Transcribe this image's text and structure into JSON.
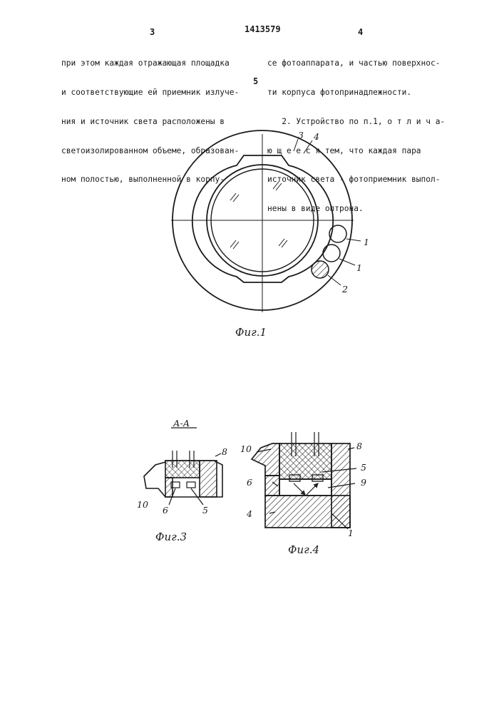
{
  "header": {
    "page_left": "3",
    "patent_number": "1413579",
    "page_right": "4"
  },
  "left_column": [
    "при этом каждая отражающая площадка",
    "и соответствующие ей приемник излуче-",
    "ния и источник света расположены в",
    "светоизолированном объеме, образован-",
    "ном полостью, выполненной в корпу-"
  ],
  "right_column": [
    "се фотоаппарата, и частью поверхнос-",
    "ти корпуса фотопринадлежности.",
    "   2. Устройство по п.1, о т л и ч а-",
    "ю щ е е с я тем, что каждая пара",
    "источник света - фотоприемник выпол-",
    "нены в виде оптрона."
  ],
  "line_marker": "5",
  "figures": {
    "fig1": {
      "caption": "Фиг.1",
      "labels": {
        "l3": "3",
        "l4": "4",
        "l1a": "1",
        "l1b": "1",
        "l2": "2"
      }
    },
    "fig3": {
      "section_title": "А-А",
      "caption": "Фиг.3",
      "labels": {
        "l8": "8",
        "l10": "10",
        "l6": "6",
        "l5": "5"
      }
    },
    "fig4": {
      "caption": "Фиг.4",
      "labels": {
        "l10": "10",
        "l8": "8",
        "l5": "5",
        "l6": "6",
        "l9": "9",
        "l4": "4",
        "l1": "1"
      }
    }
  }
}
